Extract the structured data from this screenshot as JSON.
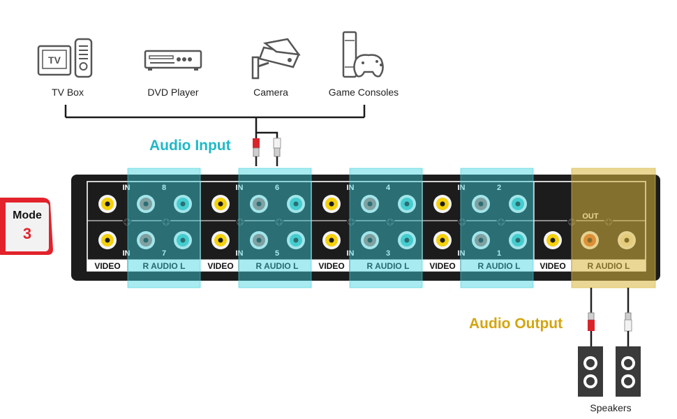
{
  "devices": [
    {
      "label": "TV Box",
      "icon": "tv-box-icon"
    },
    {
      "label": "DVD Player",
      "icon": "dvd-player-icon"
    },
    {
      "label": "Camera",
      "icon": "camera-icon"
    },
    {
      "label": "Game Consoles",
      "icon": "game-console-icon"
    }
  ],
  "tv_icon_text": "TV",
  "audio_input_label": "Audio Input",
  "audio_output_label": "Audio Output",
  "speakers_label": "Speakers",
  "mode": {
    "title": "Mode",
    "value": "3"
  },
  "panel": {
    "input_groups": [
      {
        "top_in": "IN",
        "top_num": "8",
        "bottom_in": "IN",
        "bottom_num": "7",
        "video": "VIDEO",
        "audio": "R AUDIO L"
      },
      {
        "top_in": "IN",
        "top_num": "6",
        "bottom_in": "IN",
        "bottom_num": "5",
        "video": "VIDEO",
        "audio": "R AUDIO L"
      },
      {
        "top_in": "IN",
        "top_num": "4",
        "bottom_in": "IN",
        "bottom_num": "3",
        "video": "VIDEO",
        "audio": "R AUDIO L"
      },
      {
        "top_in": "IN",
        "top_num": "2",
        "bottom_in": "IN",
        "bottom_num": "1",
        "video": "VIDEO",
        "audio": "R AUDIO L"
      }
    ],
    "output": {
      "out": "OUT",
      "video": "VIDEO",
      "audio": "R AUDIO L"
    }
  },
  "colors": {
    "input_highlight": "#3fd2de",
    "output_highlight": "#d8b640",
    "audio_input_text": "#1fb8c8",
    "audio_output_text": "#d4a50f",
    "chassis": "#1c1c1c",
    "mode_red": "#e2232b"
  }
}
